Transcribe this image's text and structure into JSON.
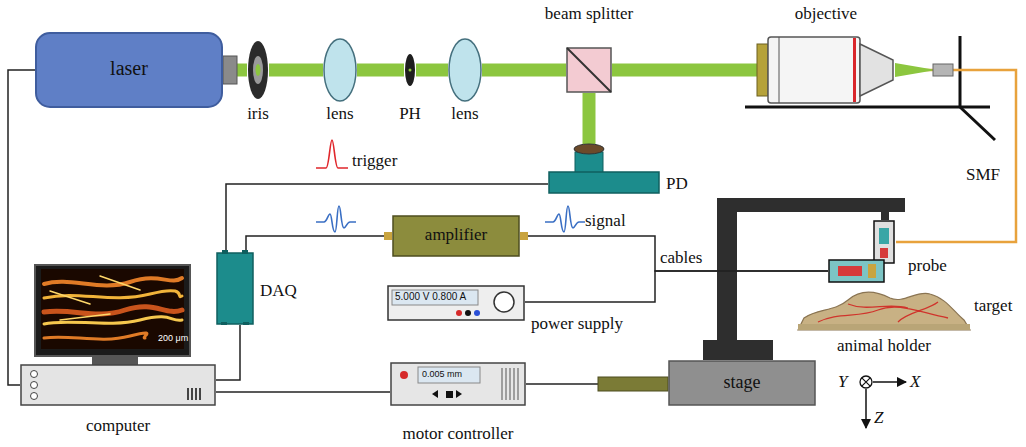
{
  "diagram": {
    "nodes": [
      {
        "text": [
          "laser"
        ]
      },
      {
        "text": [
          "iris"
        ]
      },
      {
        "text": [
          "lens"
        ]
      },
      {
        "text": [
          "PH"
        ]
      },
      {
        "text": [
          "lens"
        ]
      },
      {
        "text": [
          "beam splitter"
        ]
      },
      {
        "text": [
          "objective"
        ]
      },
      {
        "text": [
          "PD"
        ]
      },
      {
        "text": [
          "DAQ"
        ]
      },
      {
        "text": [
          "amplifier"
        ]
      },
      {
        "text": [
          "5.000 V 0.800 A",
          "power supply"
        ]
      },
      {
        "text": [
          "computer"
        ]
      },
      {
        "text": [
          "0.005 mm",
          "motor controller"
        ]
      },
      {
        "text": [
          "stage"
        ]
      },
      {
        "text": [
          "probe"
        ]
      },
      {
        "text": [
          "target",
          "animal holder"
        ]
      }
    ],
    "edges": [
      {
        "from": 0,
        "to": 1,
        "arrow": "none"
      },
      {
        "from": 1,
        "to": 2,
        "arrow": "none"
      },
      {
        "from": 2,
        "to": 3,
        "arrow": "none"
      },
      {
        "from": 3,
        "to": 4,
        "arrow": "none"
      },
      {
        "from": 4,
        "to": 5,
        "arrow": "none"
      },
      {
        "from": 5,
        "to": 6,
        "arrow": "none"
      },
      {
        "from": 5,
        "to": 7,
        "arrow": "none"
      },
      {
        "from": 6,
        "to": 14,
        "arrow": "none"
      },
      {
        "from": 7,
        "to": 8,
        "arrow": "none"
      },
      {
        "from": 9,
        "to": 8,
        "arrow": "none"
      },
      {
        "from": 14,
        "to": 9,
        "arrow": "none"
      },
      {
        "from": 10,
        "to": 14,
        "arrow": "none"
      },
      {
        "from": 8,
        "to": 11,
        "arrow": "none"
      },
      {
        "from": 11,
        "to": 12,
        "arrow": "none"
      },
      {
        "from": 12,
        "to": 13,
        "arrow": "none"
      },
      {
        "from": 0,
        "to": 11,
        "arrow": "none"
      }
    ],
    "labels": [
      "trigger",
      "signal",
      "cables",
      "SMF",
      "200 μm",
      "Y",
      "X",
      "Z"
    ]
  }
}
